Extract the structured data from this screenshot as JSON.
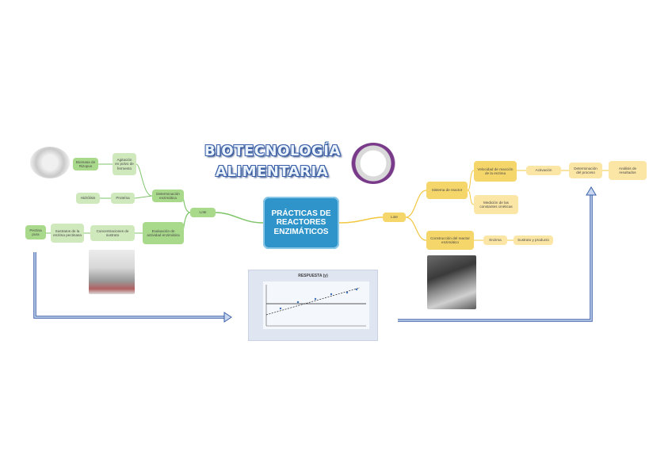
{
  "title": {
    "line1": "BIOTECNOLOGÍA",
    "line2": "ALIMENTARIA"
  },
  "logo": {
    "icon": "institution-seal-logo"
  },
  "central": {
    "text": "PRÁCTICAS DE REACTORES ENZIMÁTICOS",
    "color": "#2f94c9"
  },
  "left": {
    "hub": "Lote",
    "branches": {
      "top": "Determinación enzimática",
      "bottom": "Evaluación de actividad enzimática"
    },
    "nodes": {
      "a1": "Biomasa de Rizopus",
      "a2": "Agitación en polvo de fermento",
      "b1": "Hidrólisis",
      "b2": "Proteína",
      "c1": "Pectina pura",
      "c2": "Sustratos de la enzima pectinasa",
      "c3": "Concentraciones de sustrato"
    }
  },
  "right": {
    "hub": "Lote",
    "branches": {
      "top": "Sistema de reactor",
      "bottom": "Construcción del reactor enzimático"
    },
    "nodes": {
      "t1": "Velocidad de reacción de la enzima",
      "t2": "Activación",
      "t3": "Determinación del proceso",
      "t4": "Análisis de resultados",
      "m1": "Medición de las constantes cinéticas",
      "b1": "Enzima",
      "b2": "Sustrato y producto"
    }
  },
  "chart": {
    "title": "RESPUESTA (y)",
    "type": "scatter"
  },
  "colors": {
    "green": "#a9d98b",
    "yellow": "#f5d66a",
    "blue": "#2f94c9",
    "arrow": "#3a5fa8"
  }
}
